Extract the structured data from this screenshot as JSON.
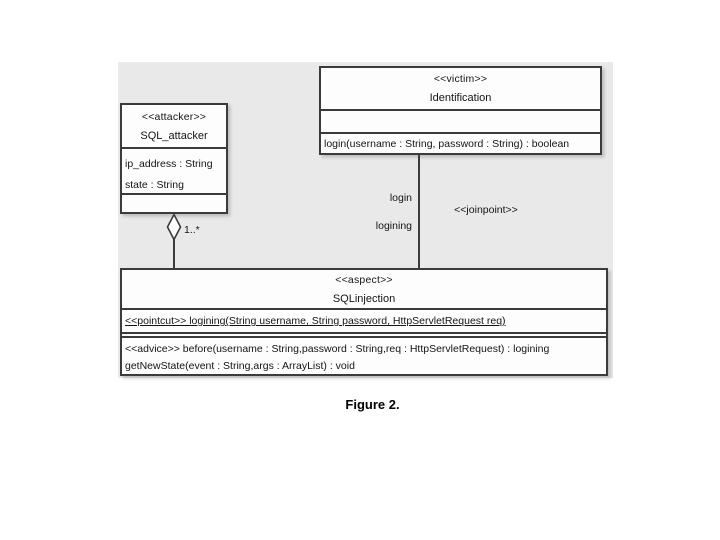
{
  "figure": {
    "caption": "Figure 2."
  },
  "colors": {
    "panel_bg": "#e9e9e9",
    "box_bg": "#fdfdfd",
    "border": "#3b3b3b",
    "text": "#141414"
  },
  "uml": {
    "attacker": {
      "stereotype": "<<attacker>>",
      "name": "SQL_attacker",
      "attributes": [
        "ip_address : String",
        "state : String"
      ]
    },
    "victim": {
      "stereotype": "<<victim>>",
      "name": "Identification",
      "operations": [
        "login(username : String, password : String) : boolean"
      ]
    },
    "aspect": {
      "stereotype": "<<aspect>>",
      "name": "SQLinjection",
      "pointcut": "<<pointcut>> logining(String username, String password, HttpServletRequest req)",
      "advice": [
        "<<advice>> before(username : String,password : String,req : HttpServletRequest) : logining",
        "getNewState(event : String,args : ArrayList) : void"
      ]
    },
    "relations": {
      "aggregation_multiplicity": "1..*",
      "joinpoint_call_label": "login",
      "joinpoint_pointcut_label": "logining",
      "joinpoint_stereotype": "<<joinpoint>>"
    }
  }
}
